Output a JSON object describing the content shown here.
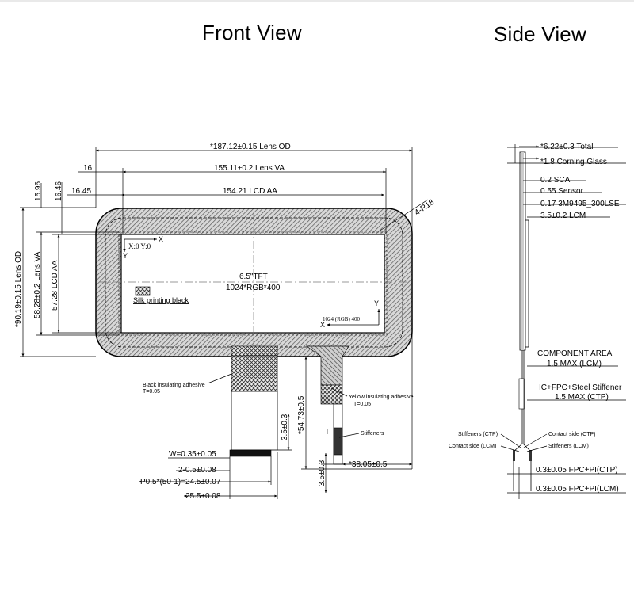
{
  "titles": {
    "front": "Front View",
    "side": "Side  View"
  },
  "front": {
    "lens_od_width": "*187.12±0.15 Lens OD",
    "lens_va_width": "155.11±0.2 Lens VA",
    "lcd_aa_width": "154.21 LCD AA",
    "offset_16": "16",
    "offset_16_45": "16.45",
    "offset_15_96": "15.96",
    "offset_16_46": "16.46",
    "lens_od_height": "*90.19±0.15 Lens OD",
    "lens_va_height": "58.28±0.2 Lens VA",
    "lcd_aa_height": "57.28 LCD AA",
    "corner_radius": "4-R18",
    "origin_label": "X:0 Y:0",
    "axis_x": "X",
    "axis_y": "Y",
    "end_coord": "1024 (RGB) 400",
    "panel_size": "6.5\"TFT",
    "panel_res": "1024*RGB*400",
    "silk_label": "Silk printing black",
    "black_adhesive": "Black insulating adhesive",
    "black_adhesive_t": "T=0.05",
    "yellow_adhesive": "Yellow insulating adhesive",
    "yellow_adhesive_t": "T=0.05",
    "stiffeners": "Stiffeners",
    "dim_3_5_a": "3.5±0.3",
    "dim_3_5_b": "3.5±0.3",
    "dim_54_73": "*54.73±0.5",
    "dim_38_05": "*38.05±0.5",
    "pin_w": "W=0.35±0.05",
    "pin_2": "2-0.5±0.08",
    "pin_pitch": "P0.5*(50-1)=24.5±0.07",
    "tail_width": "25.5±0.08"
  },
  "side": {
    "total": "*6.22±0.3 Total",
    "glass": "*1.8 Corning Glass",
    "sca": "0.2 SCA",
    "sensor": "0.55 Sensor",
    "tape": "0.17 3M9495_300LSE",
    "lcm": "3.5±0.2 LCM",
    "comp_area": "COMPONENT AREA",
    "comp_max": "1.5 MAX (LCM)",
    "ic_fpc": "IC+FPC+Steel Stiffener",
    "ic_max": "1.5 MAX (CTP)",
    "stiff_ctp": "Stiffeners (CTP)",
    "contact_ctp": "Contact side (CTP)",
    "contact_lcm": "Contact side (LCM)",
    "stiff_lcm": "Stiffeners (LCM)",
    "fpc_ctp": "0.3±0.05 FPC+PI(CTP)",
    "fpc_lcm": "0.3±0.05 FPC+PI(LCM)"
  }
}
